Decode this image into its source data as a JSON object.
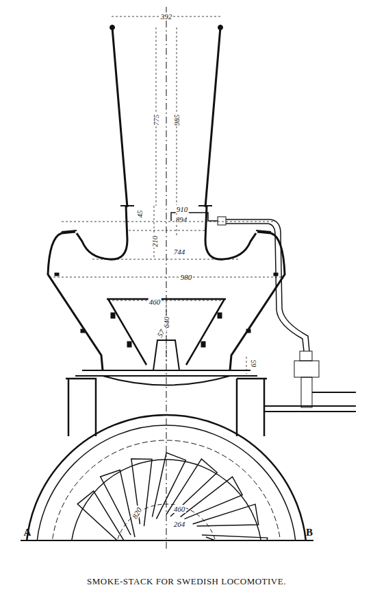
{
  "diagram": {
    "caption": "SMOKE-STACK FOR SWEDISH LOCOMOTIVE.",
    "labels": [
      "392",
      "775",
      "985",
      "45",
      "910",
      "894",
      "210",
      "744",
      "980",
      "460",
      "640",
      "57",
      "65",
      "A",
      "B",
      "820",
      "460",
      "264"
    ]
  }
}
